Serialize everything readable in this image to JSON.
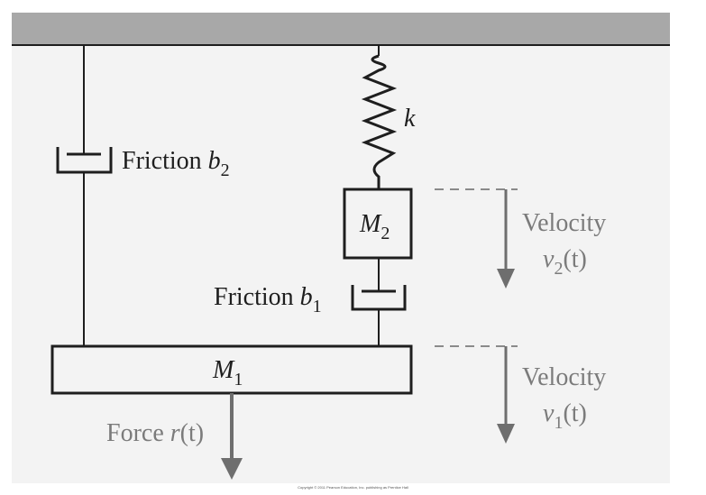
{
  "labels": {
    "friction_b2": {
      "prefix": "Friction ",
      "symbol": "b",
      "sub": "2"
    },
    "spring_k": "k",
    "mass_m2": {
      "symbol": "M",
      "sub": "2"
    },
    "velocity_2": {
      "word": "Velocity",
      "symbol": "v",
      "sub": "2",
      "arg": "(t)"
    },
    "friction_b1": {
      "prefix": "Friction ",
      "symbol": "b",
      "sub": "1"
    },
    "mass_m1": {
      "symbol": "M",
      "sub": "1"
    },
    "velocity_1": {
      "word": "Velocity",
      "symbol": "v",
      "sub": "1",
      "arg": "(t)"
    },
    "force": {
      "prefix": "Force ",
      "symbol": "r",
      "arg": "(t)"
    }
  },
  "copyright": "Copyright © 2011 Pearson Education, Inc. publishing as Prentice Hall",
  "colors": {
    "ceiling": "#a8a8a8",
    "background": "#f3f3f3",
    "line": "#1e1e1e",
    "arrow": "#6e6e6e"
  }
}
